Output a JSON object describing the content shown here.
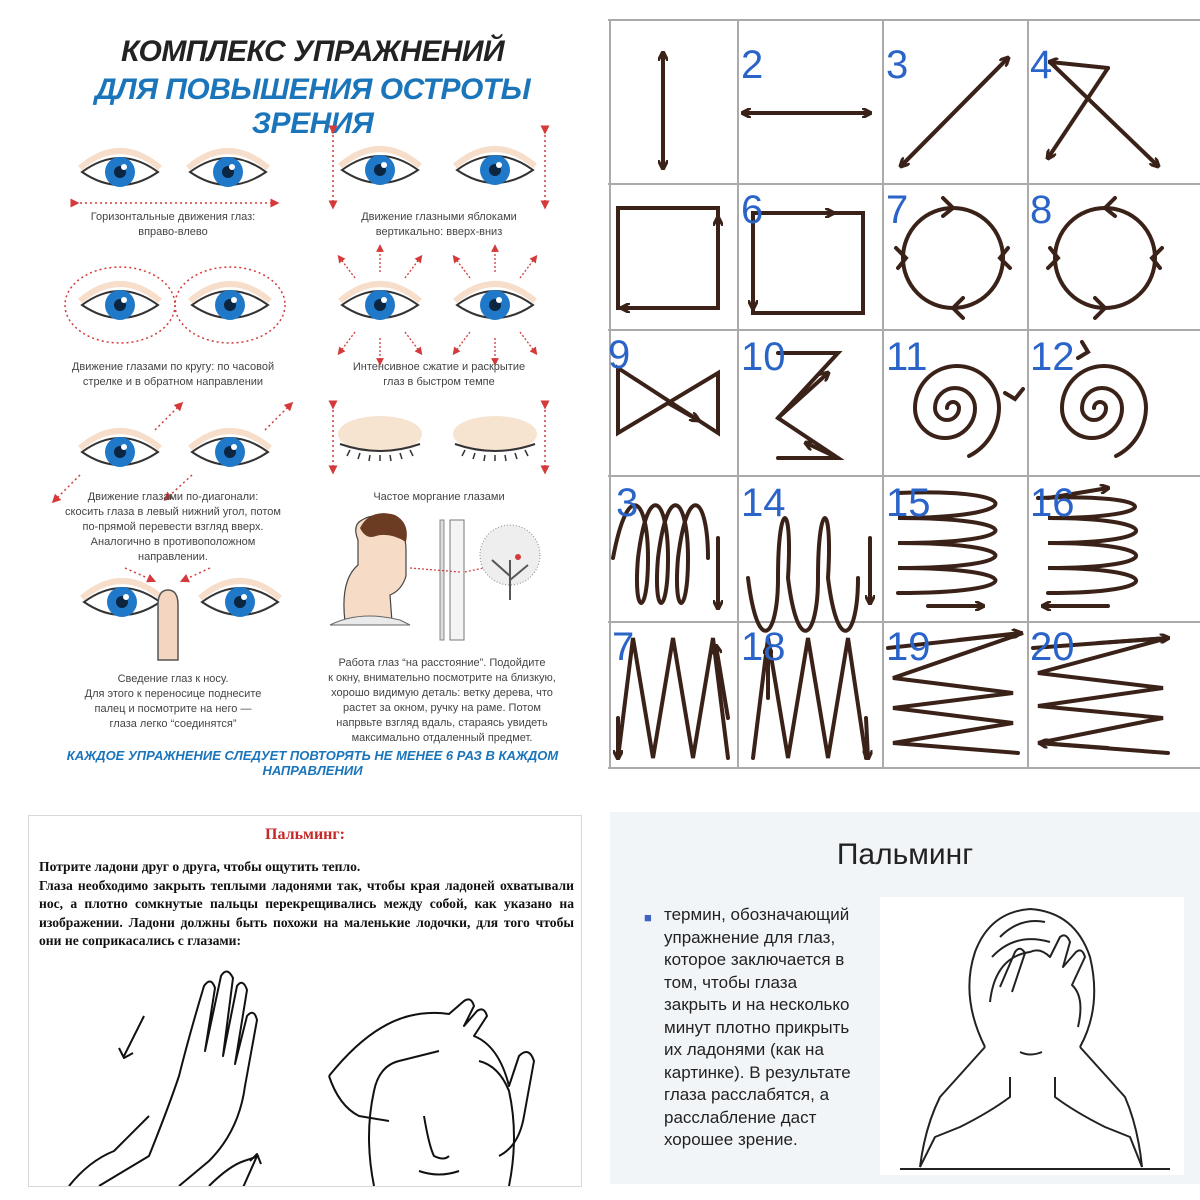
{
  "eyes_panel": {
    "title_line1": "КОМПЛЕКС УПРАЖНЕНИЙ",
    "title_line2": "ДЛЯ ПОВЫШЕНИЯ ОСТРОТЫ ЗРЕНИЯ",
    "exercises": [
      {
        "line1": "Горизонтальные движения глаз:",
        "line2": "вправо-влево"
      },
      {
        "line1": "Движение глазными яблоками",
        "line2": "вертикально: вверх-вниз"
      },
      {
        "line1": "Движение глазами по кругу: по часовой",
        "line2": "стрелке и в обратном направлении"
      },
      {
        "line1": "Интенсивное сжатие и раскрытие",
        "line2": "глаз в быстром темпе"
      },
      {
        "line1": "Движение глазами по-диагонали:",
        "line2": "скосить глаза в левый нижний угол, потом",
        "line3": "по-прямой перевести взгляд вверх.",
        "line4": "Аналогично в противоположном",
        "line5": "направлении."
      },
      {
        "line1": "Частое моргание глазами"
      },
      {
        "line1": "Сведение глаз к носу.",
        "line2": "Для этого к переносице поднесите",
        "line3": "палец и посмотрите на него —",
        "line4": "глаза легко “соединятся”"
      },
      {
        "line1": "Работа глаз “на расстояние”. Подойдите",
        "line2": "к окну, внимательно посмотрите на близкую,",
        "line3": "хорошо видимую деталь: ветку дерева, что",
        "line4": "растет за окном, ручку на раме. Потом",
        "line5": "напрвьте взгляд вдаль, стараясь увидеть",
        "line6": "максимально отдаленный предмет."
      }
    ],
    "footer": "КАЖДОЕ УПРАЖНЕНИЕ СЛЕДУЕТ ПОВТОРЯТЬ НЕ МЕНЕЕ 6 РАЗ В КАЖДОМ НАПРАВЛЕНИИ",
    "accent_color": "#1b75bb",
    "iris_color": "#1f78c8",
    "arrow_color": "#d43a3a"
  },
  "grid_panel": {
    "numbers": [
      "2",
      "3",
      "4",
      "6",
      "7",
      "8",
      "9",
      "10",
      "11",
      "12",
      "3",
      "14",
      "15",
      "16",
      "7",
      "18",
      "19",
      "20"
    ],
    "number_color": "#2a64c8",
    "arrow_color": "#3a2218"
  },
  "palm_text_panel": {
    "title": "Пальминг:",
    "line1": "Потрите ладони друг о друга, чтобы ощутить тепло.",
    "line2": "Глаза необходимо закрыть теплыми ладонями так, чтобы края ладоней охватывали нос, а плотно сомкнутые пальцы перекрещивались между собой, как указано на изображении. Ладони должны быть похожи на маленькие лодочки, для того чтобы они не соприкасались с глазами:"
  },
  "palm_slide_panel": {
    "title": "Пальминг",
    "bullet": "■",
    "lines": [
      "термин, обозначающий",
      "упражнение для глаз,",
      "которое заключается в",
      "том, чтобы глаза",
      "закрыть и на несколько",
      "минут плотно прикрыть",
      "их ладонями (как на",
      "картинке). В результате",
      "глаза расслабятся, а",
      "расслабление даст",
      "хорошее зрение."
    ]
  }
}
